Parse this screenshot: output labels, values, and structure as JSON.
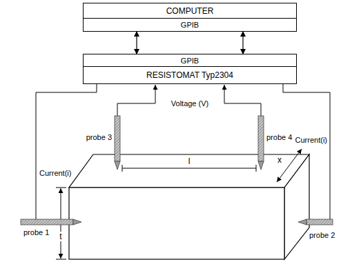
{
  "diagram": {
    "nodes": [
      {
        "text": [
          "COMPUTER"
        ]
      },
      {
        "text": [
          "GPIB"
        ],
        "in": 0
      },
      {
        "text": [
          "RESISTOMAT Typ2304"
        ]
      },
      {
        "text": [
          "GPIB"
        ],
        "in": 2
      }
    ],
    "edges": [
      {
        "from": 1,
        "to": 3,
        "arrow": "both"
      },
      {
        "from": 1,
        "to": 3,
        "arrow": "both"
      }
    ],
    "labels": [
      "Voltage (V)",
      "probe 3",
      "probe 4",
      "l",
      "x",
      "Current(i)",
      "Current(i)",
      "t",
      "probe 1",
      "probe 2"
    ]
  }
}
